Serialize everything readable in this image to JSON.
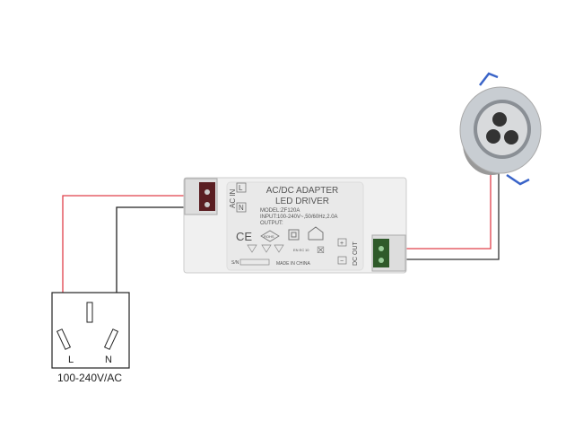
{
  "driver": {
    "title_line1": "AC/DC ADAPTER",
    "title_line2": "LED DRIVER",
    "model": "MODEL:ZF120A",
    "input": "INPUT:100-240V~,50/60Hz,2.0A",
    "output": "OUTPUT:",
    "ac_in_label": "AC IN",
    "terminal_l": "L",
    "terminal_n": "N",
    "dc_out_label": "DC OUT",
    "plus": "+",
    "minus": "−",
    "ce_mark": "CE",
    "rohs_mark": "ROHS",
    "en_mark": "EN EC",
    "en_num": "10",
    "sn_label": "S/N",
    "made_in": "MADE IN CHINA"
  },
  "plug": {
    "l_label": "L",
    "n_label": "N",
    "voltage_label": "100-240V/AC"
  },
  "colors": {
    "live_wire": "#e0404a",
    "neutral_wire": "#222222",
    "lamp_clip": "#3a64c8"
  }
}
